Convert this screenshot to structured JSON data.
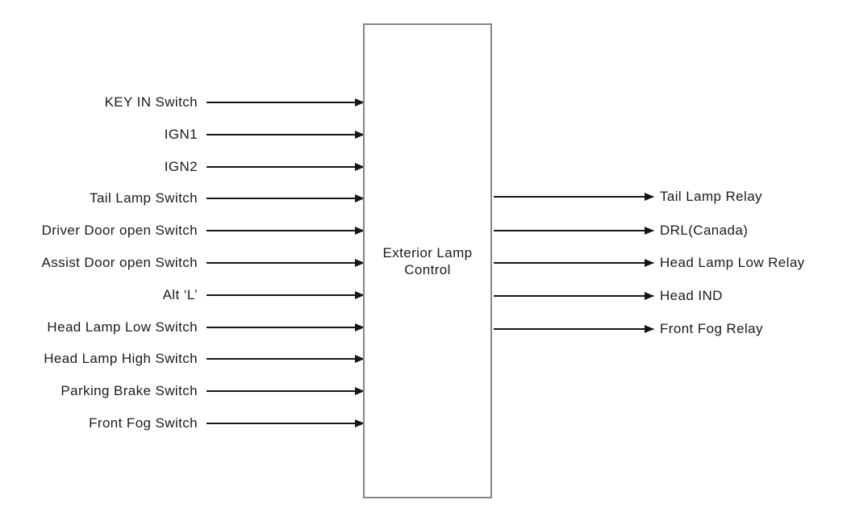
{
  "diagram": {
    "block": {
      "title_line1": "Exterior Lamp",
      "title_line2": "Control"
    },
    "inputs": [
      "KEY IN Switch",
      "IGN1",
      "IGN2",
      "Tail Lamp Switch",
      "Driver Door open Switch",
      "Assist Door open Switch",
      "Alt ‘L’",
      "Head Lamp Low Switch",
      "Head Lamp High Switch",
      "Parking Brake Switch",
      "Front Fog Switch"
    ],
    "outputs": [
      "Tail Lamp Relay",
      "DRL(Canada)",
      "Head Lamp Low Relay",
      "Head IND",
      "Front Fog Relay"
    ],
    "colors": {
      "background": "#ffffff",
      "line": "#161616",
      "text": "#1b1b1b",
      "box_border": "#858585"
    }
  }
}
